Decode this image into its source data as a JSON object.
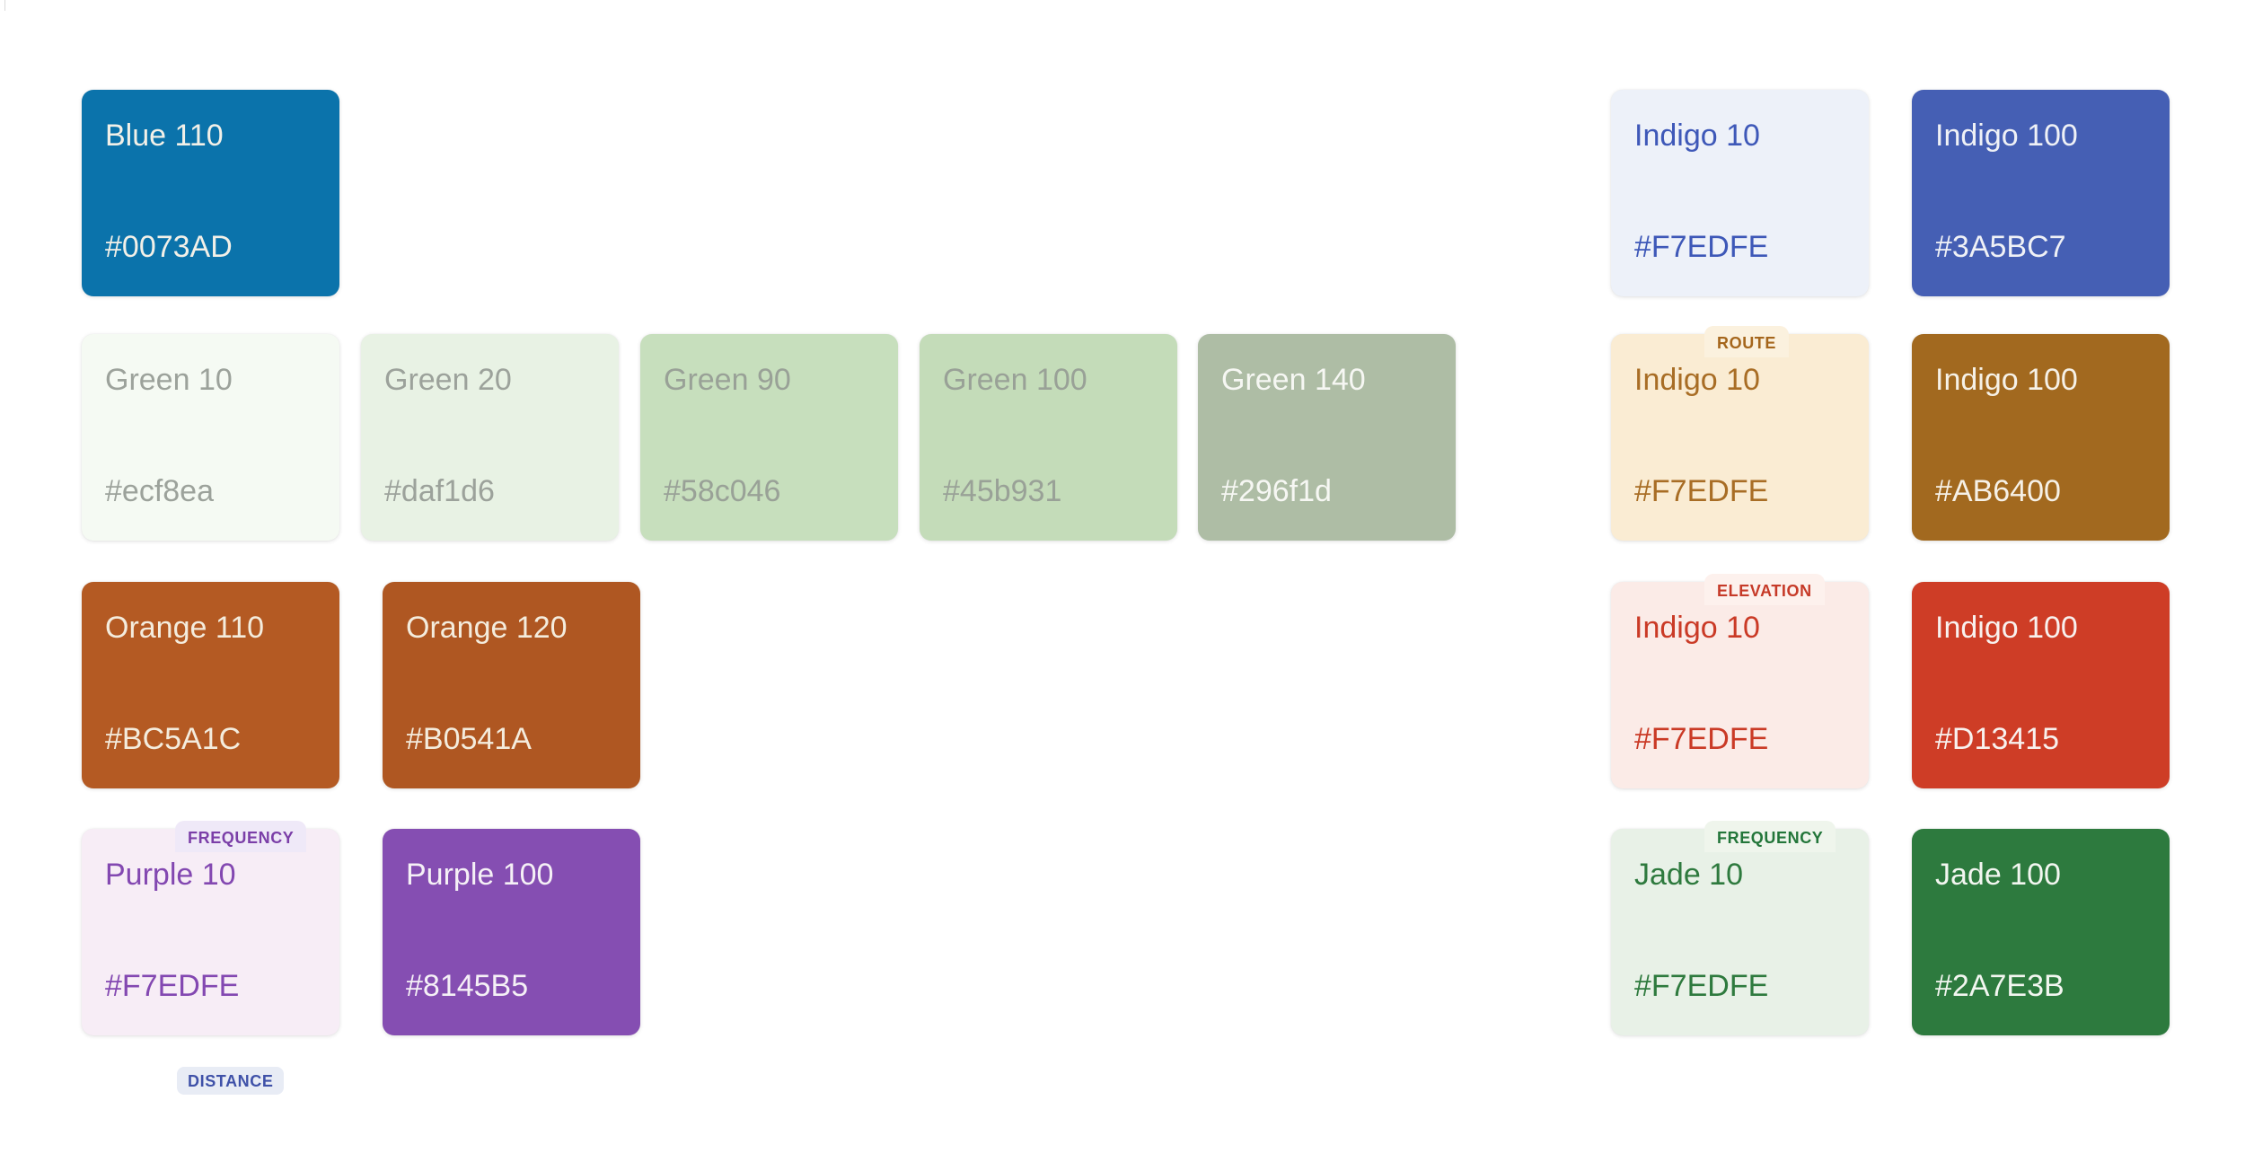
{
  "page": {
    "background": "#FFFFFF",
    "frame_line_color": "#DADADA"
  },
  "swatches": [
    {
      "name": "Blue 110",
      "hex": "#0073AD",
      "bg": "#0B73AB",
      "fg": "#F2F0E8"
    },
    {
      "name": "Green 10",
      "hex": "#ecf8ea",
      "bg": "#F5FAF3",
      "fg": "#9CA29B"
    },
    {
      "name": "Green 20",
      "hex": "#daf1d6",
      "bg": "#E8F2E4",
      "fg": "#9CA29B"
    },
    {
      "name": "Green 90",
      "hex": "#58c046",
      "bg": "#C7DFBD",
      "fg": "#99A197"
    },
    {
      "name": "Green 100",
      "hex": "#45b931",
      "bg": "#C4DCB9",
      "fg": "#99A197"
    },
    {
      "name": "Green 140",
      "hex": "#296f1d",
      "bg": "#AEBDA5",
      "fg": "#F6F7F3"
    },
    {
      "name": "Orange 110",
      "hex": "#BC5A1C",
      "bg": "#B45A23",
      "fg": "#F4ECDD"
    },
    {
      "name": "Orange 120",
      "hex": "#B0541A",
      "bg": "#AF5722",
      "fg": "#F4ECDD"
    },
    {
      "name": "Purple 10",
      "hex": "#F7EDFE",
      "bg": "#F7EDF6",
      "fg": "#8348B1",
      "tag": {
        "label": "FREQUENCY",
        "bg": "#EFE9F8",
        "fg": "#7B3FA8"
      }
    },
    {
      "name": "Purple 100",
      "hex": "#8145B5",
      "bg": "#854EB2",
      "fg": "#F5F0F6"
    },
    {
      "name": "Indigo 10",
      "hex": "#F7EDFE",
      "bg": "#EDF1F9",
      "fg": "#3E58B8"
    },
    {
      "name": "Indigo 100",
      "hex": "#3A5BC7",
      "bg": "#455FB4",
      "fg": "#EFF1F6"
    },
    {
      "name": "Indigo 10",
      "hex": "#F7EDFE",
      "bg": "#FAECD3",
      "fg": "#A86D25",
      "tag": {
        "label": "ROUTE",
        "bg": "#FBF1DE",
        "fg": "#A5661C"
      }
    },
    {
      "name": "Indigo 100",
      "hex": "#AB6400",
      "bg": "#A2691F",
      "fg": "#F6F1E7"
    },
    {
      "name": "Indigo 10",
      "hex": "#F7EDFE",
      "bg": "#FBEBE7",
      "fg": "#CA3A26",
      "tag": {
        "label": "ELEVATION",
        "bg": "#FDF1ED",
        "fg": "#C63A28"
      }
    },
    {
      "name": "Indigo 100",
      "hex": "#D13415",
      "bg": "#CE3D26",
      "fg": "#F8F1EE"
    },
    {
      "name": "Jade 10",
      "hex": "#F7EDFE",
      "bg": "#E8F1E7",
      "fg": "#2E7A3E",
      "tag": {
        "label": "FREQUENCY",
        "bg": "#EFF5EC",
        "fg": "#23763A"
      }
    },
    {
      "name": "Jade 100",
      "hex": "#2A7E3B",
      "bg": "#2D7A3E",
      "fg": "#F2F6F0"
    }
  ],
  "badges": {
    "distance": {
      "label": "DISTANCE",
      "bg": "#E8ECF5",
      "fg": "#3F51A8"
    }
  }
}
